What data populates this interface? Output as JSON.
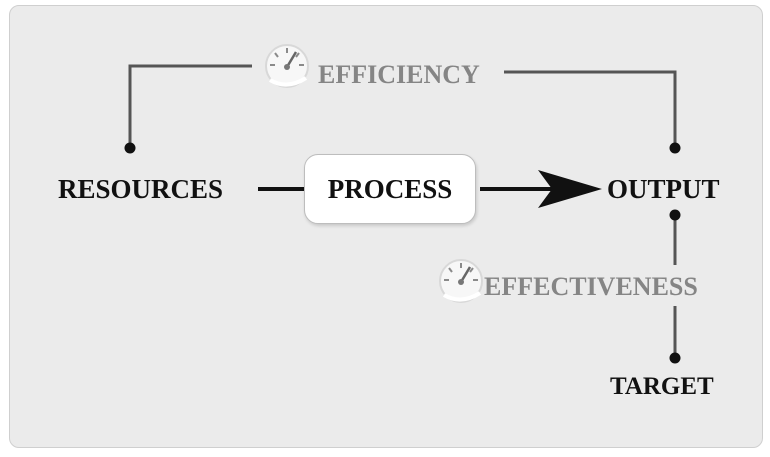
{
  "diagram": {
    "nodes": {
      "resources": "RESOURCES",
      "process": "PROCESS",
      "output": "OUTPUT",
      "target": "TARGET"
    },
    "measures": {
      "efficiency": "EFFICIENCY",
      "effectiveness": "EFFECTIVENESS"
    },
    "icons": {
      "efficiency": "gauge-icon",
      "effectiveness": "gauge-icon"
    },
    "colors": {
      "panel": "#ebebeb",
      "node_text": "#111111",
      "measure_text": "#858585"
    }
  }
}
